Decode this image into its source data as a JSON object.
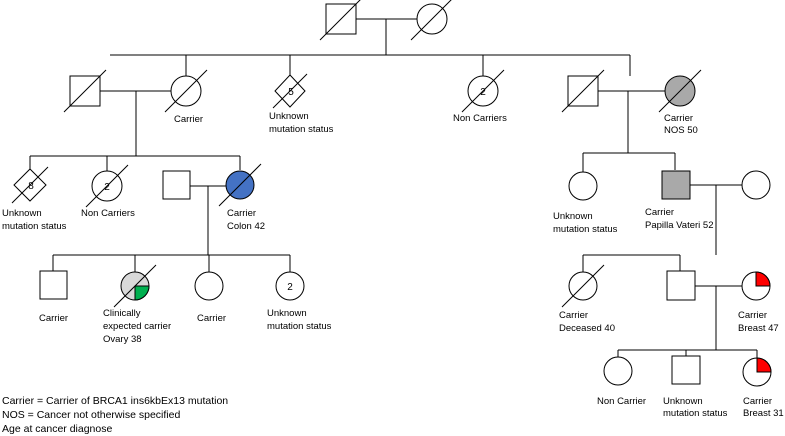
{
  "colors": {
    "carrier_grey": "#a9a9a9",
    "light_grey": "#d9d9d9",
    "colon_blue": "#4472c4",
    "ovary_green": "#00b050",
    "breast_red": "#ff0000"
  },
  "counts": {
    "gen2_diamond": "5",
    "gen2_circle": "2",
    "gen3_diamond": "8",
    "gen3_circle": "2",
    "gen4_circle": "2"
  },
  "labels": {
    "gen2_carrier": "Carrier",
    "gen2_unknown": [
      "Unknown",
      "mutation status"
    ],
    "gen2_noncarriers": "Non Carriers",
    "gen2_right_carrier": [
      "Carrier",
      "NOS 50"
    ],
    "gen3_unknown": [
      "Unknown",
      "mutation status"
    ],
    "gen3_noncarriers": "Non Carriers",
    "gen3_colon": [
      "Carrier",
      "Colon 42"
    ],
    "gen3_right_unknown": [
      "Unknown",
      "mutation status"
    ],
    "gen3_papilla": [
      "Carrier",
      "Papilla Vateri 52"
    ],
    "gen4_carrier1": "Carrier",
    "gen4_ovary": [
      "Clinically",
      "expected carrier",
      "Ovary 38"
    ],
    "gen4_carrier2": "Carrier",
    "gen4_unknown": [
      "Unknown",
      "mutation status"
    ],
    "gen4_deceased": [
      "Carrier",
      "Deceased 40"
    ],
    "gen4_breast47": [
      "Carrier",
      "Breast 47"
    ],
    "gen5_noncarrier": "Non Carrier",
    "gen5_unknown": [
      "Unknown",
      "mutation status"
    ],
    "gen5_breast31": [
      "Carrier",
      "Breast 31"
    ]
  },
  "legend": [
    "Carrier = Carrier of BRCA1 ins6kbEx13 mutation",
    "NOS = Cancer not otherwise specified",
    "Age at cancer diagnose"
  ]
}
